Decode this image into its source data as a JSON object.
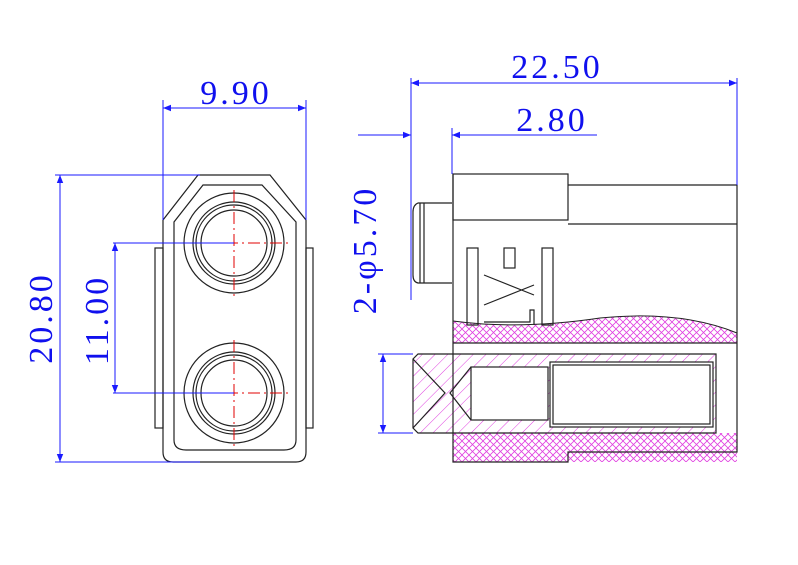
{
  "drawing": {
    "colors": {
      "dimension": "#1a1aff",
      "outline": "#222222",
      "hatch": "#e040e0",
      "centerline": "#e00000"
    },
    "front_view": {
      "width_dim": "9.90",
      "height_dim": "20.80",
      "pitch_dim": "11.00"
    },
    "side_view": {
      "length_dim": "22.50",
      "flange_dim": "2.80",
      "pin_dim": "2-φ5.70",
      "logo": "XT"
    }
  }
}
